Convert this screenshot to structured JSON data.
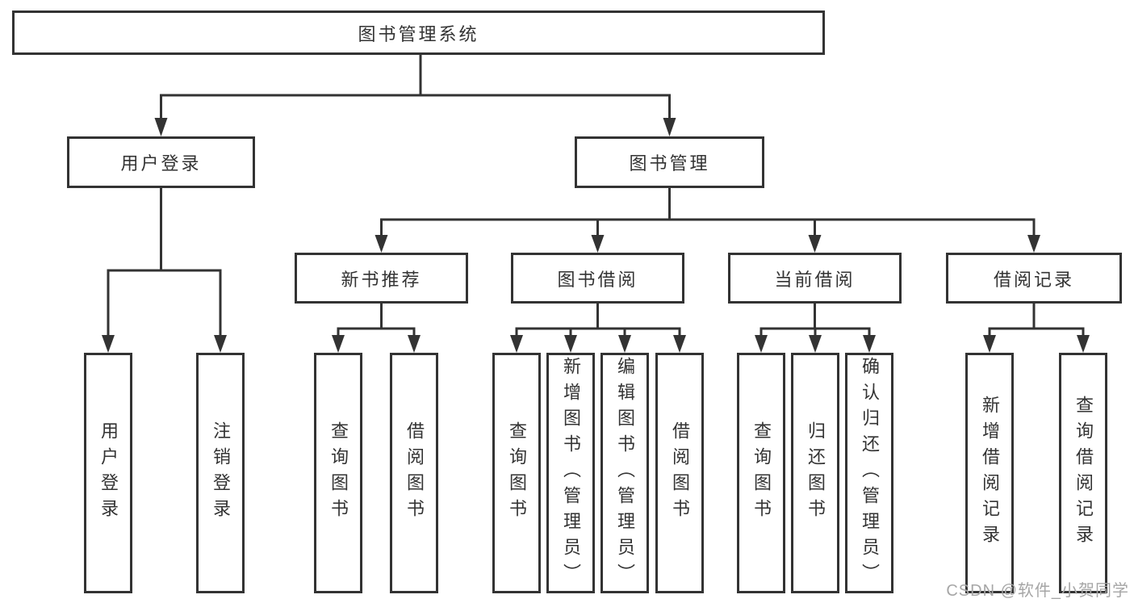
{
  "root": {
    "label": "图书管理系统"
  },
  "branches": [
    {
      "label": "用户登录",
      "children": [
        {
          "label": "用户登录"
        },
        {
          "label": "注销登录"
        }
      ]
    },
    {
      "label": "图书管理",
      "children": [
        {
          "label": "新书推荐",
          "children": [
            {
              "label": "查询图书"
            },
            {
              "label": "借阅图书"
            }
          ]
        },
        {
          "label": "图书借阅",
          "children": [
            {
              "label": "查询图书"
            },
            {
              "label": "新增图书（管理员）"
            },
            {
              "label": "编辑图书（管理员）"
            },
            {
              "label": "借阅图书"
            }
          ]
        },
        {
          "label": "当前借阅",
          "children": [
            {
              "label": "查询图书"
            },
            {
              "label": "归还图书"
            },
            {
              "label": "确认归还（管理员）"
            }
          ]
        },
        {
          "label": "借阅记录",
          "children": [
            {
              "label": "新增借阅记录"
            },
            {
              "label": "查询借阅记录"
            }
          ]
        }
      ]
    }
  ],
  "watermark": {
    "text": "CSDN @软件_小贺同学"
  },
  "colors": {
    "line": "#333333",
    "box_border": "#333333",
    "text": "#333333",
    "watermark": "#a6a6a6",
    "background": "#ffffff"
  }
}
